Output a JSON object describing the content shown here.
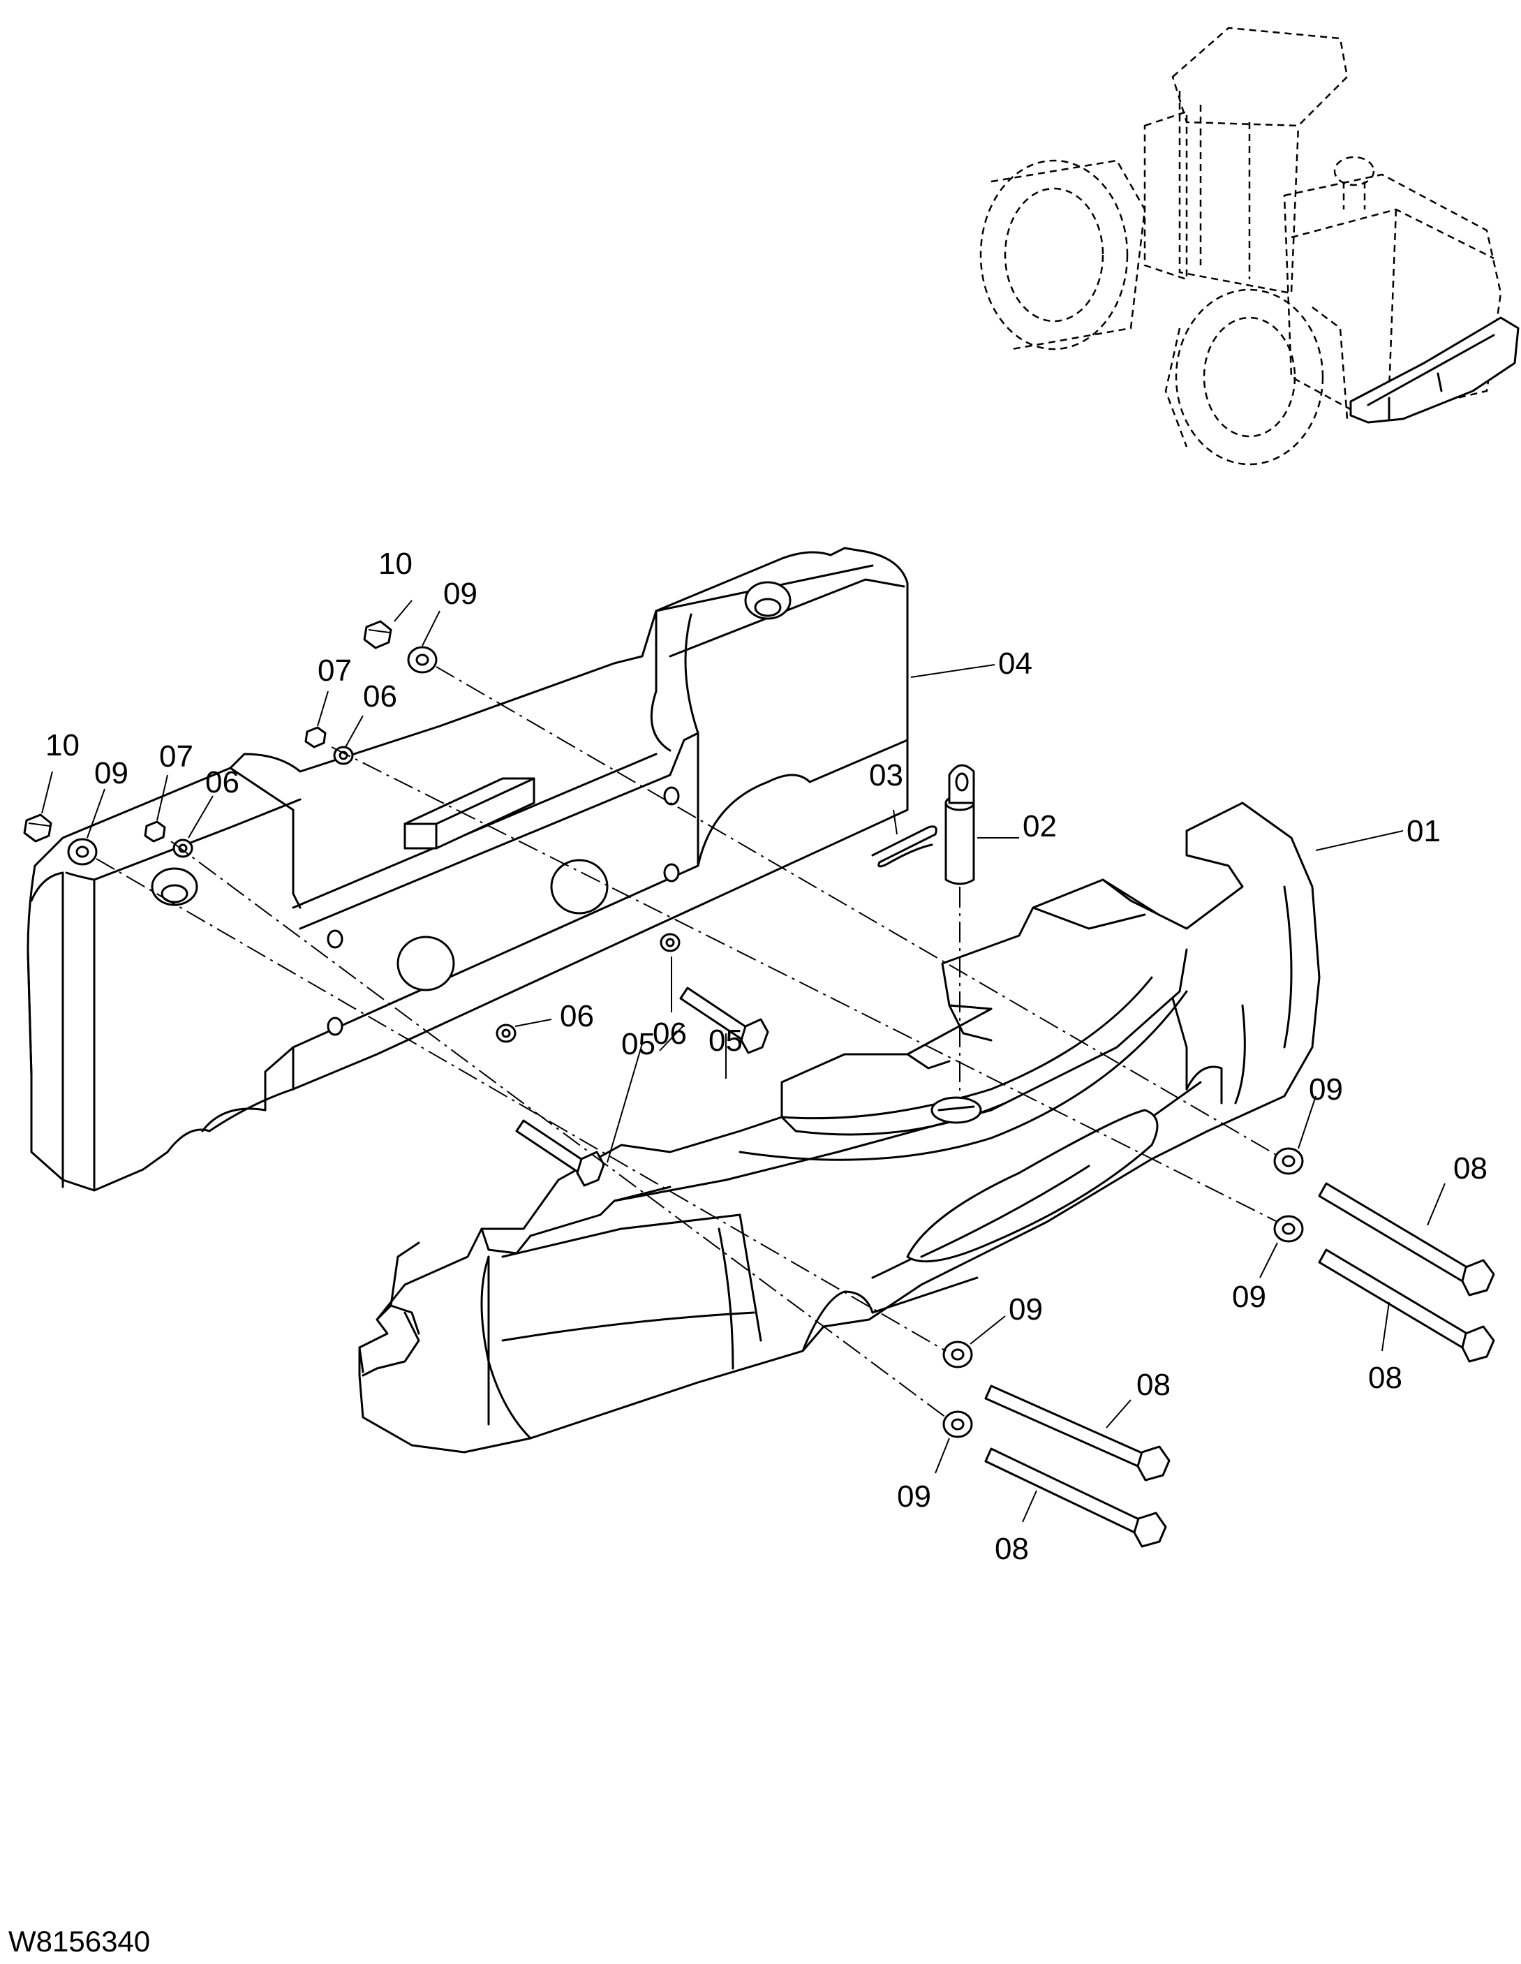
{
  "drawing_code": "W8156340",
  "callouts": {
    "part_01": "01",
    "part_02": "02",
    "part_03": "03",
    "part_04": "04",
    "part_05_a": "05",
    "part_05_b": "05",
    "part_06_a": "06",
    "part_06_b": "06",
    "part_06_c": "06",
    "part_06_d": "06",
    "part_07_a": "07",
    "part_07_b": "07",
    "part_08_a": "08",
    "part_08_b": "08",
    "part_08_c": "08",
    "part_08_d": "08",
    "part_09_a": "09",
    "part_09_b": "09",
    "part_09_c": "09",
    "part_09_d": "09",
    "part_09_e": "09",
    "part_09_f": "09",
    "part_10_a": "10",
    "part_10_b": "10"
  }
}
